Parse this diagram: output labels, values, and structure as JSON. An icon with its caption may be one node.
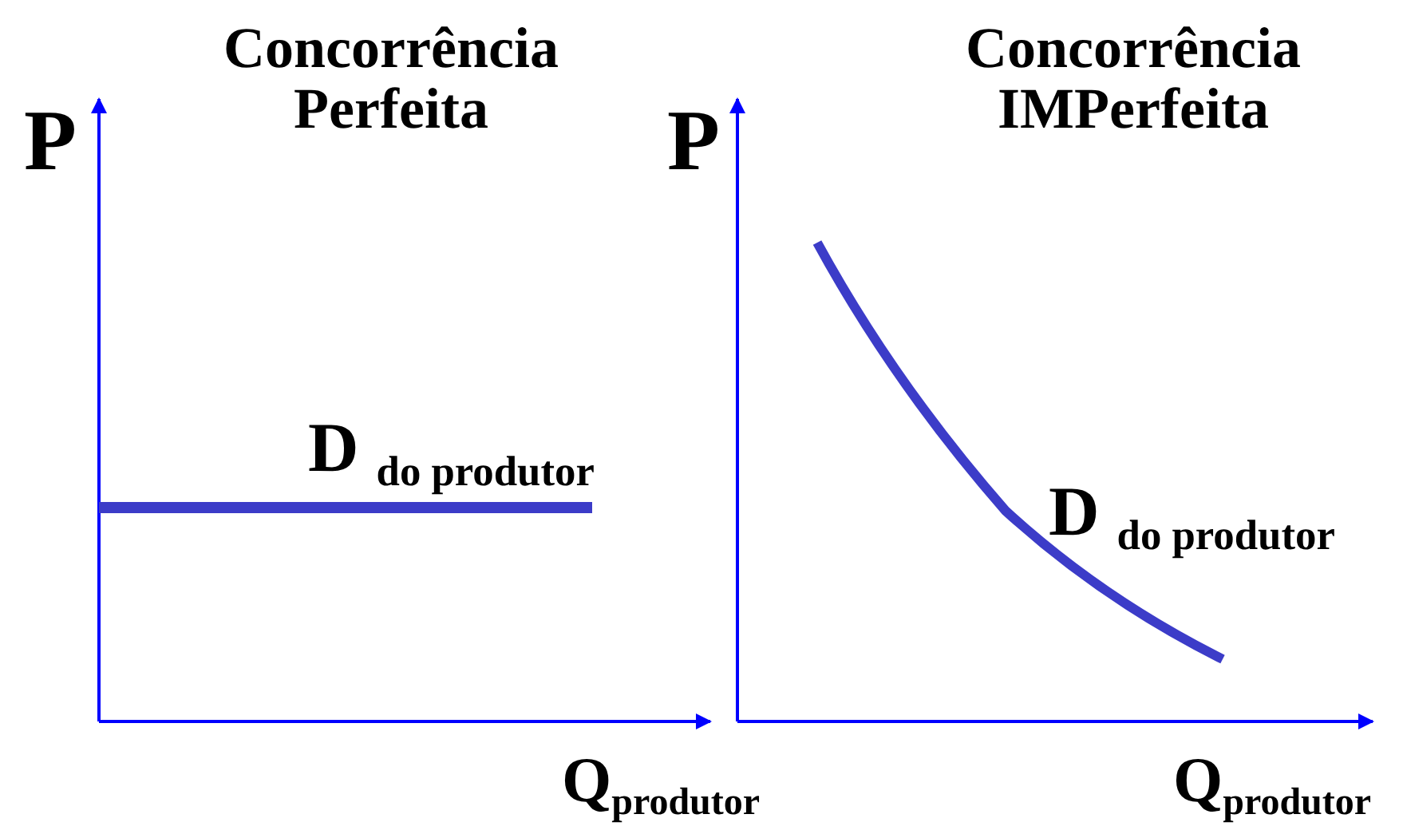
{
  "diagram": {
    "labels": [
      "Concorrência Perfeita",
      "Concorrência IMPerfeita",
      "P",
      "P",
      "D $_{do produtor}$",
      "D $_{do produtor}$",
      "Q$_{produtor}$",
      "Q$_{produtor}$"
    ]
  }
}
